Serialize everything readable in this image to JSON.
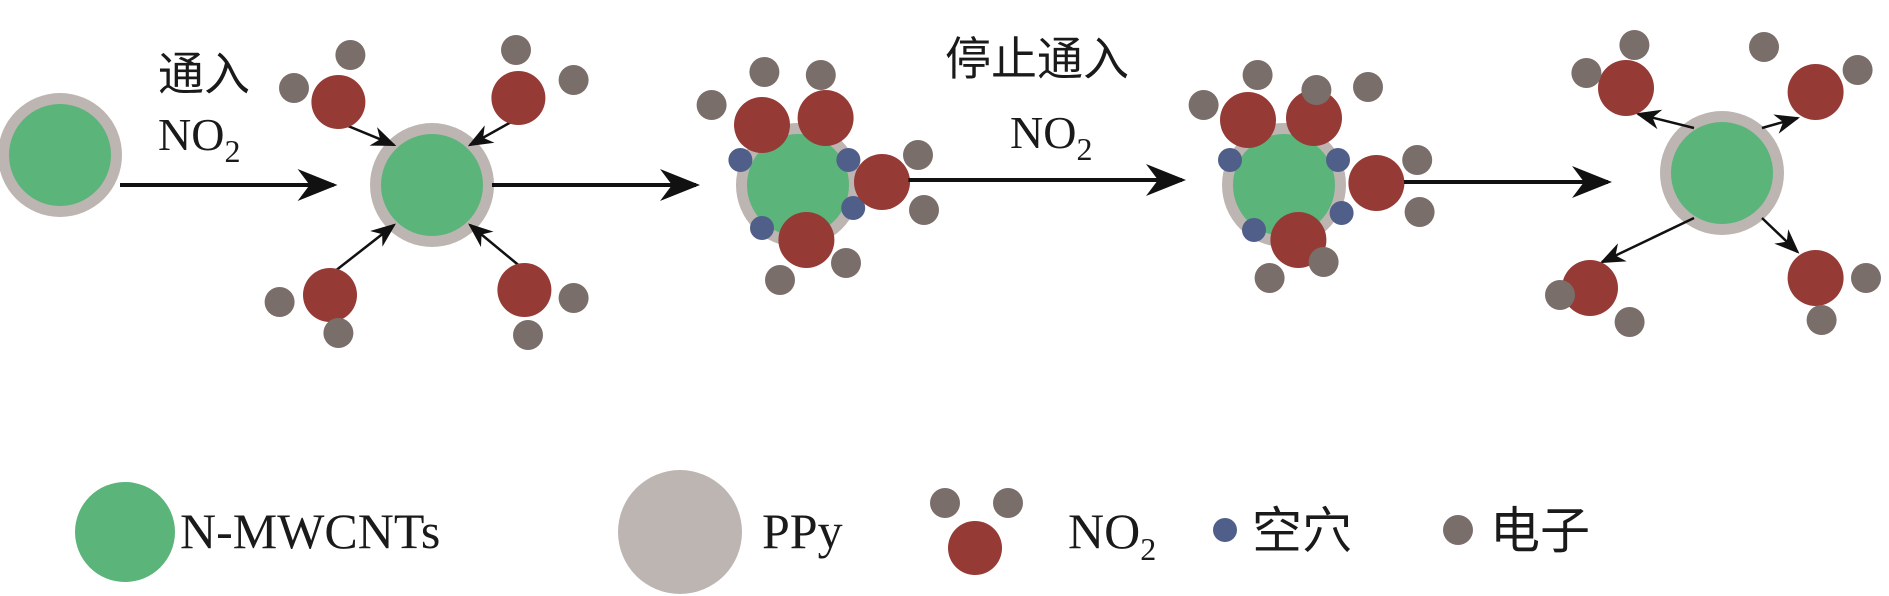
{
  "labels": {
    "step1_line1": "通入",
    "step1_line2": "NO",
    "step1_sub": "2",
    "step3_line1": "停止通入",
    "step3_line2": "NO",
    "step3_sub": "2"
  },
  "legend": {
    "nmwcnts": "N-MWCNTs",
    "ppy": "PPy",
    "no2": "NO",
    "no2_sub": "2",
    "hole": "空穴",
    "electron": "电子"
  },
  "colors": {
    "nmwcnts": "#5bb47a",
    "ppy": "#bdb5b2",
    "no2": "#963a36",
    "hole": "#4f5f8a",
    "electron": "#7a6e6b",
    "arrow": "#111111"
  }
}
